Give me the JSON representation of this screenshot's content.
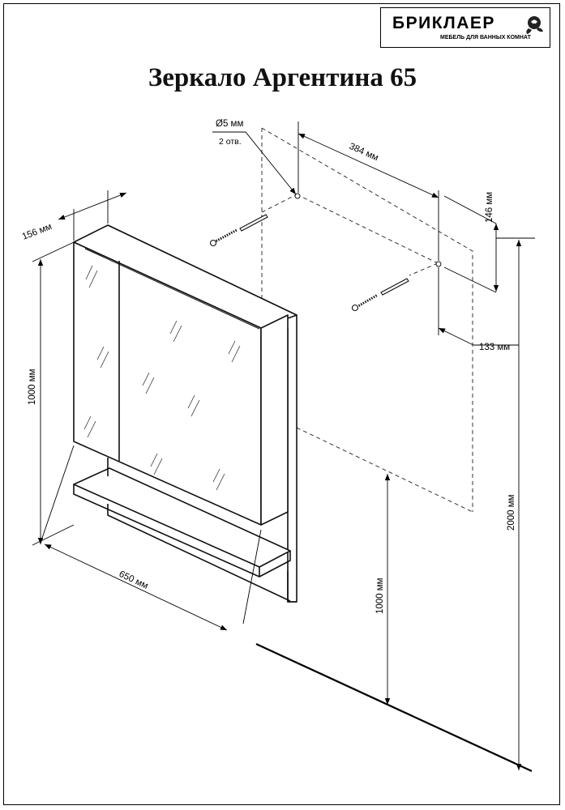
{
  "brand": {
    "name": "БРИКЛАЕР",
    "tagline": "МЕБЕЛЬ ДЛЯ ВАННЫХ КОМНАТ"
  },
  "title": "Зеркало Аргентина 65",
  "dimensions": {
    "depth": "156 мм",
    "height": "1000 мм",
    "width": "650 мм",
    "hole_diameter": "Ø5 мм",
    "hole_count": "2 отв.",
    "hole_spacing": "384 мм",
    "hole_vertical": "146 мм",
    "hole_side_offset": "133 мм",
    "bottom_height": "1000 мм",
    "top_height": "2000 мм"
  }
}
